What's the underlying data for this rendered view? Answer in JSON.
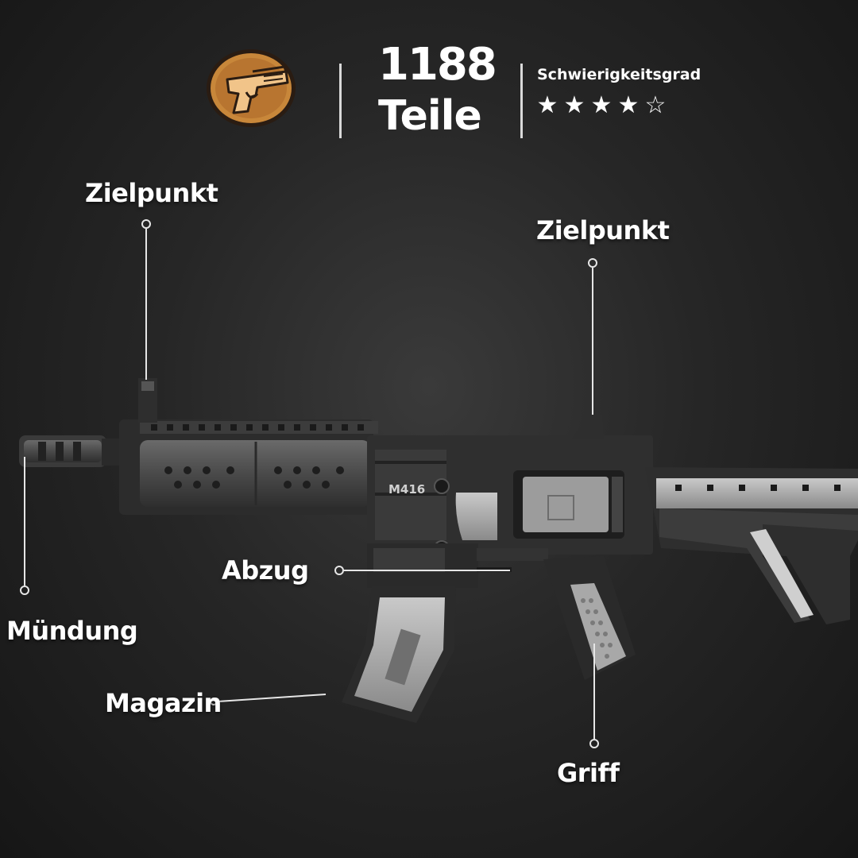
{
  "header": {
    "badge_icon": "pistol-icon",
    "parts_count": "1188",
    "parts_label": "Teile",
    "difficulty_label": "Schwierigkeitsgrad",
    "difficulty_rating": 4,
    "difficulty_max": 5,
    "stars": [
      "★",
      "★",
      "★",
      "★",
      "☆"
    ]
  },
  "product": {
    "model_marking": "M416"
  },
  "callouts": {
    "front_sight": "Zielpunkt",
    "rear_sight": "Zielpunkt",
    "muzzle": "Mündung",
    "trigger": "Abzug",
    "magazine": "Magazin",
    "grip": "Griff"
  },
  "colors": {
    "background": "#262626",
    "badge_gold": "#c8873a",
    "badge_dark": "#2a1c12",
    "text": "#ffffff",
    "gun_dark": "#2e2e2e",
    "gun_mid": "#5a5a5a",
    "gun_light": "#b8b8b8"
  }
}
